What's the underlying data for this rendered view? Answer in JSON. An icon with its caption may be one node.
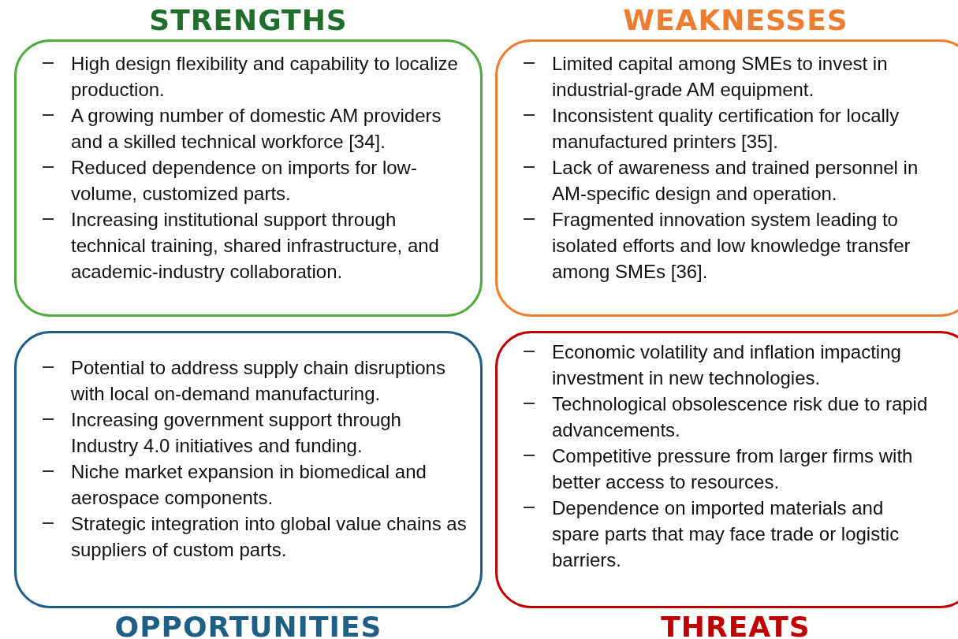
{
  "diagram": {
    "nodes": [
      {
        "text": [
          "STRENGTHS",
          "High design flexibility and capability to localize production.",
          "A growing number of domestic AM providers and a skilled technical workforce [34].",
          "Reduced dependence on imports for low-volume, customized parts.",
          "Increasing institutional support through technical training, shared infrastructure, and academic-industry collaboration."
        ]
      },
      {
        "text": [
          "WEAKNESSES",
          "Limited capital among SMEs to invest in industrial-grade AM equipment.",
          "Inconsistent quality certification for locally manufactured printers [35].",
          "Lack of awareness and trained personnel in AM-specific design and operation.",
          "Fragmented innovation system leading to isolated efforts and low knowledge transfer among SMEs [36]."
        ]
      },
      {
        "text": [
          "Potential to address supply chain disruptions with local on-demand manufacturing.",
          "Increasing government support through Industry 4.0 initiatives and funding.",
          "Niche market expansion in biomedical and aerospace components.",
          "Strategic integration into global value chains as suppliers of custom parts.",
          "OPPORTUNITIES"
        ]
      },
      {
        "text": [
          "Economic volatility and inflation impacting investment in new technologies.",
          "Technological obsolescence risk due to rapid advancements.",
          "Competitive pressure from larger firms with better access to resources.",
          "Dependence on imported materials and spare parts that may face trade or logistic barriers.",
          "THREATS"
        ]
      }
    ]
  }
}
